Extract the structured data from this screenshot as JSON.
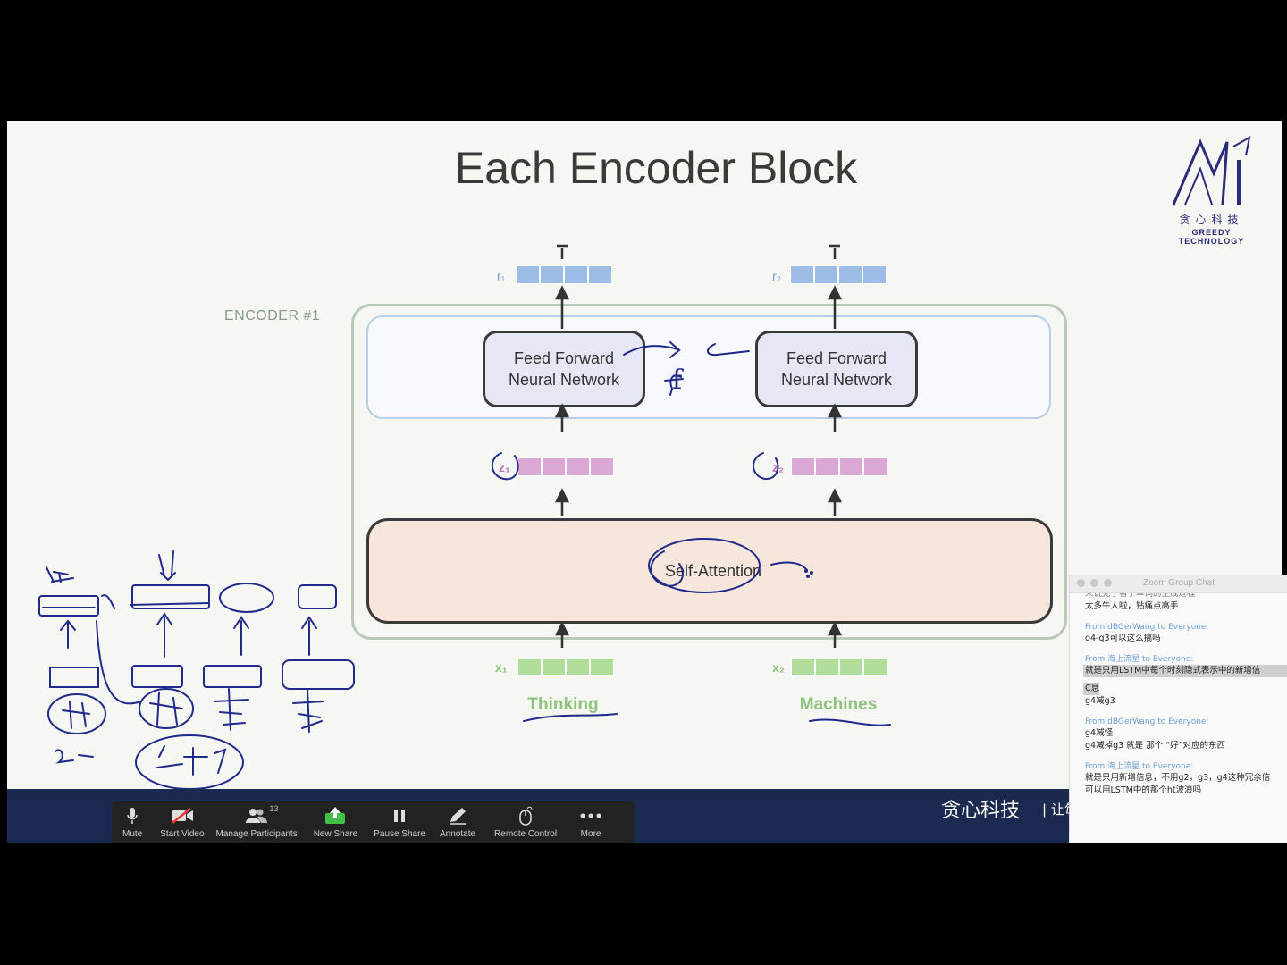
{
  "slide": {
    "title": "Each Encoder Block",
    "encoder_label": "ENCODER #1",
    "feed_forward_left": [
      "Feed Forward",
      "Neural Network"
    ],
    "feed_forward_right": [
      "Feed Forward",
      "Neural Network"
    ],
    "self_attention": "Self-Attention",
    "r1": "r₁",
    "r2": "r₂",
    "z1": "z₁",
    "z2": "z₂",
    "x1": "x₁",
    "x2": "x₂",
    "word1": "Thinking",
    "word2": "Machines",
    "handwritten_f": "f",
    "colors": {
      "blue": "#9cbde6",
      "pink": "#dba8d5",
      "green": "#b1dd9a",
      "ink": "#1f2a8a"
    }
  },
  "logo": {
    "cn": "贪心科技",
    "en": "GREEDY TECHNOLOGY"
  },
  "footer": {
    "brand": "贪心科技",
    "tag": "| 让每"
  },
  "toolbar": {
    "items": [
      {
        "label": "Mute",
        "icon": "microphone-icon"
      },
      {
        "label": "Start Video",
        "icon": "video-off-icon"
      },
      {
        "label": "Manage Participants",
        "icon": "participants-icon",
        "count": "13"
      },
      {
        "label": "New Share",
        "icon": "share-icon"
      },
      {
        "label": "Pause Share",
        "icon": "pause-icon"
      },
      {
        "label": "Annotate",
        "icon": "pencil-icon"
      },
      {
        "label": "Remote Control",
        "icon": "mouse-icon"
      },
      {
        "label": "More",
        "icon": "ellipsis-icon"
      }
    ]
  },
  "chat": {
    "title": "Zoom Group Chat",
    "clipped_line": "来说完了看了单词的生成过程",
    "top_line": "太多牛人啦，钻痛点高手",
    "messages": [
      {
        "from": "From dBGerWang to Everyone:",
        "lines": [
          "g4-g3可以这么搞吗"
        ]
      },
      {
        "from": "From 海上流星 to Everyone:",
        "lines": [
          "就是只用LSTM中每个时刻隐式表示中的新增信",
          "C息",
          "g4减g3"
        ]
      },
      {
        "from": "From dBGerWang to Everyone:",
        "lines": [
          "g4减怪",
          "g4减掉g3 就是 那个 “好”对应的东西"
        ]
      },
      {
        "from": "From 海上流星 to Everyone:",
        "lines": [
          "就是只用新增信息，不用g2，g3，g4这种冗余信",
          "可以用LSTM中的那个ht波浪吗"
        ]
      }
    ]
  }
}
